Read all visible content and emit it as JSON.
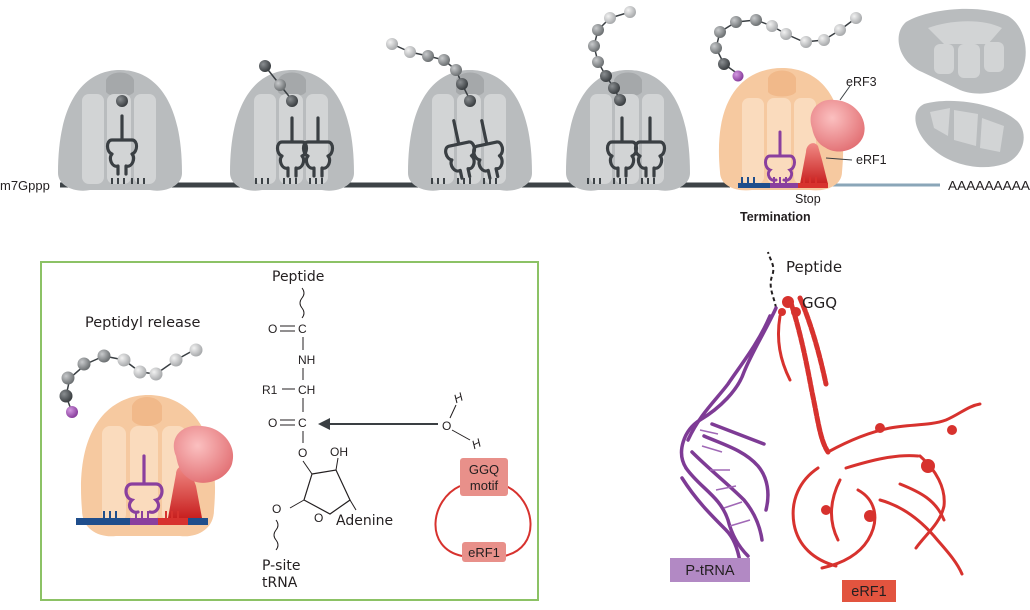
{
  "top": {
    "cap_label": "m7Gppp",
    "polya_label": "AAAAAAAAA",
    "erf3_label": "eRF3",
    "erf1_label": "eRF1",
    "stop_label": "Stop",
    "termination_label": "Termination"
  },
  "inset": {
    "title": "Peptidyl release",
    "peptide": "Peptide",
    "o1": "O",
    "c1": "C",
    "nh": "NH",
    "r1": "R1",
    "ch": "CH",
    "o2": "O",
    "c2": "C",
    "o3": "O",
    "oh": "OH",
    "o_ring": "O",
    "o4": "O",
    "adenine": "Adenine",
    "psite": "P-site",
    "trna": "tRNA",
    "water_o": "O",
    "water_h1": "H",
    "water_h2": "H",
    "ggq": "GGQ",
    "motif": "motif",
    "erf1": "eRF1"
  },
  "structure": {
    "peptide": "Peptide",
    "ggq": "GGQ",
    "ptrna": "P-tRNA",
    "erf1": "eRF1"
  },
  "colors": {
    "mrna": "#3d4347",
    "mrna_tail": "#8aa6b8",
    "ribosome": "#b9bcbe",
    "ribosome_inner": "#d7d9da",
    "terminating_ribosome": "#f6c9a0",
    "purple": "#8a3f9e",
    "red": "#d7322e",
    "erf3": "#ea7c80",
    "green_frame": "#8cc265",
    "blue": "#1f4e8c"
  }
}
